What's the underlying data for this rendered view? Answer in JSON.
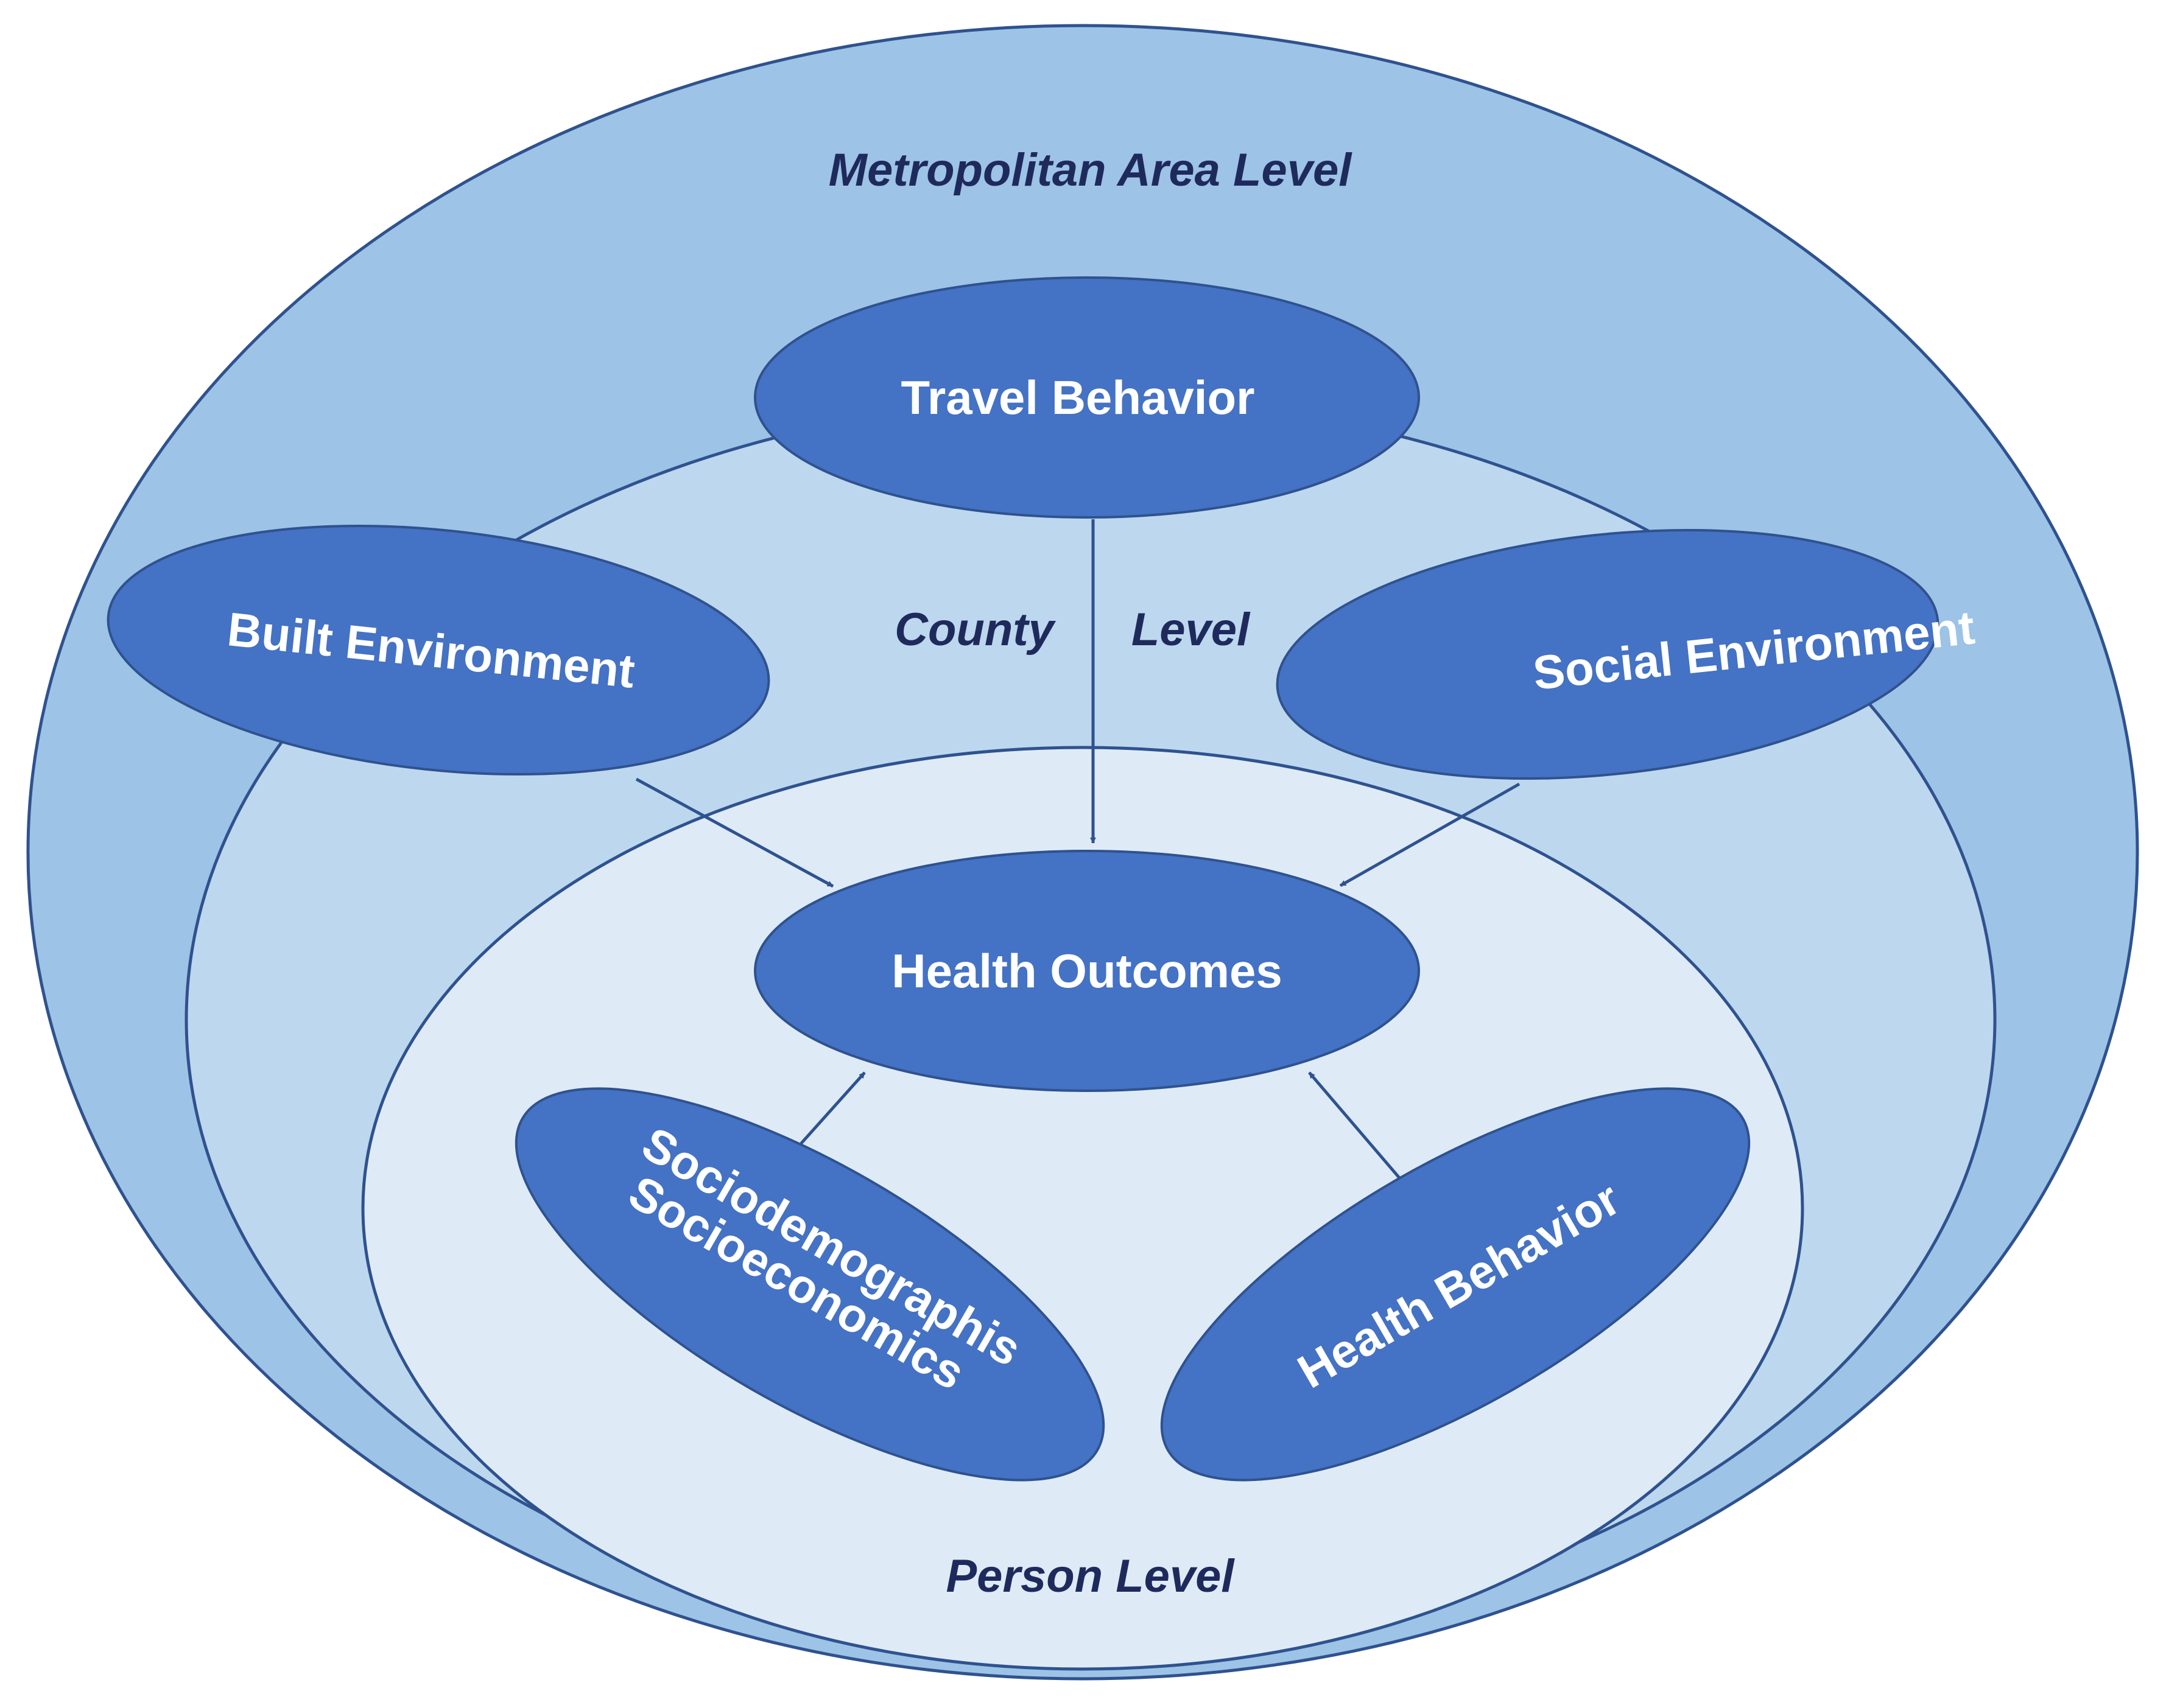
{
  "levels": {
    "metropolitan": "Metropolitan Area Level",
    "county_word1": "County",
    "county_word2": "Level",
    "person": "Person Level"
  },
  "nodes": {
    "travel_behavior": "Travel Behavior",
    "built_environment": "Built Environment",
    "social_environment": "Social Environment",
    "health_outcomes": "Health Outcomes",
    "socio_line1": "Sociodemographis",
    "socio_line2": "Socioeconomics",
    "health_behavior": "Health Behavior"
  },
  "colors": {
    "outer_fill": "#9dc3e6",
    "middle_fill": "#bdd7ee",
    "inner_fill": "#deebf7",
    "node_fill": "#4472c4",
    "outline": "#2f528f",
    "label_text": "#1f2a5c",
    "node_text": "#ffffff"
  }
}
